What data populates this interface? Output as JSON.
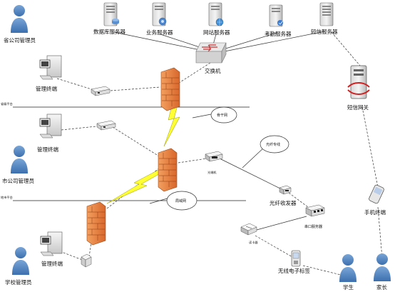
{
  "servers": {
    "db": "数据库服务器",
    "app": "业务服务器",
    "web": "网站服务器",
    "attendance": "考勤服务器",
    "sms": "短信服务器"
  },
  "switch_label": "交换机",
  "sms_gateway_label": "短信网关",
  "platforms": {
    "province": "省级平台",
    "city": "地市平台"
  },
  "people": {
    "province_admin": "省公司管理员",
    "city_admin": "市公司管理员",
    "school_admin": "学校管理员",
    "student": "学生",
    "parent": "家长"
  },
  "terminals": {
    "province": "管理终端",
    "city": "管理终端",
    "school": "管理终端",
    "mobile": "手机终端"
  },
  "network": {
    "backbone_bubble": "骨干网",
    "fiber_bubble": "光纤专线",
    "lan_bubble": "局域网",
    "optical_modem": "光端机",
    "transceiver": "光纤收发器",
    "serial_server": "串口服务器",
    "card_reader": "读卡器",
    "rfid_tag": "无线电子标签"
  }
}
